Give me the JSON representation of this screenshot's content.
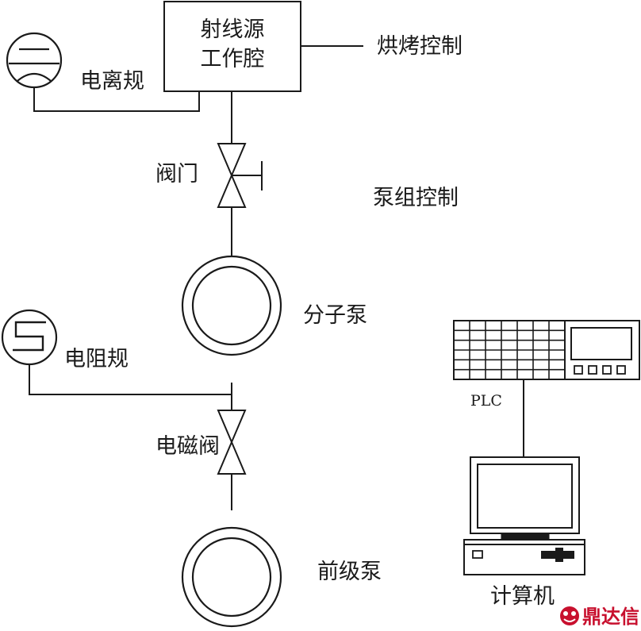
{
  "labels": {
    "chamber_line1": "射线源",
    "chamber_line2": "工作腔",
    "bakeout": "烘烤控制",
    "ion_gauge": "电离规",
    "valve": "阀门",
    "pump_control": "泵组控制",
    "molecular_pump": "分子泵",
    "resistance_gauge": "电阻规",
    "solenoid_valve": "电磁阀",
    "backing_pump": "前级泵",
    "plc": "PLC",
    "computer": "计算机"
  },
  "watermark": {
    "text": "鼎达信",
    "color": "#c8102e"
  },
  "colors": {
    "line": "#1a1a1a",
    "background": "#ffffff"
  }
}
